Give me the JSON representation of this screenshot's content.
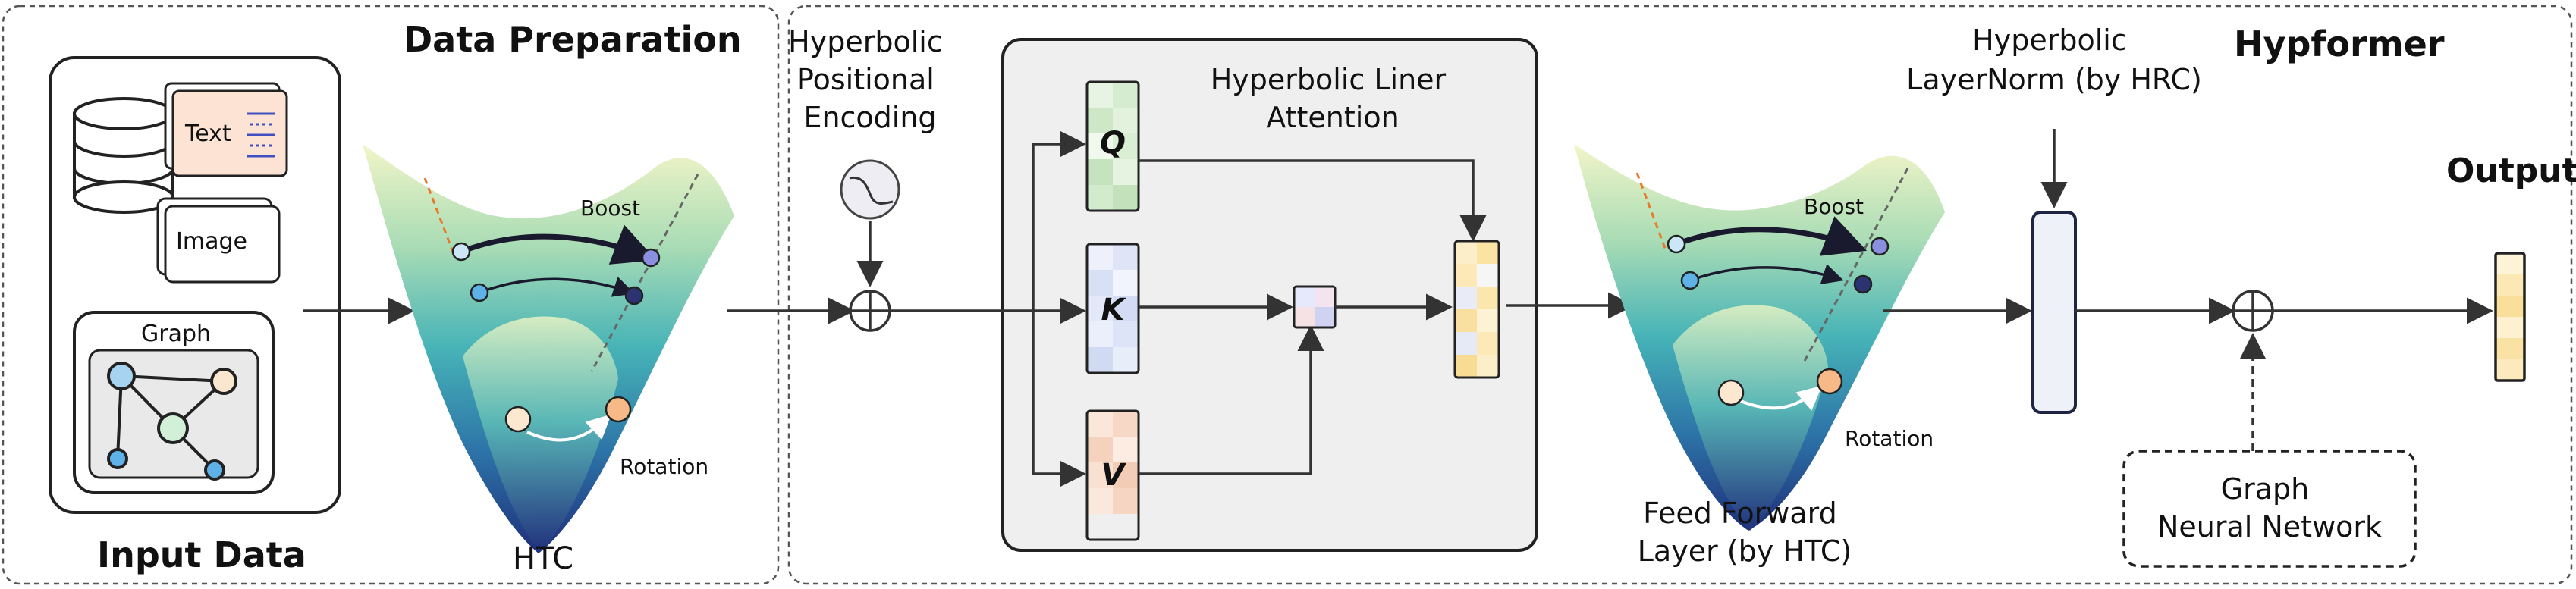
{
  "sections": {
    "data_preparation": "Data Preparation",
    "input_data": "Input Data",
    "hypformer": "Hypformer",
    "output": "Output"
  },
  "inputs": {
    "text": "Text",
    "image": "Image",
    "graph": "Graph"
  },
  "htc": {
    "label": "HTC",
    "boost": "Boost",
    "rotation": "Rotation"
  },
  "positional_encoding": {
    "line1": "Hyperbolic",
    "line2": "Positional",
    "line3": "Encoding"
  },
  "attention": {
    "title_line1": "Hyperbolic Liner",
    "title_line2": "Attention",
    "q": "Q",
    "k": "K",
    "v": "V"
  },
  "ffn": {
    "boost": "Boost",
    "rotation": "Rotation",
    "line1": "Feed Forward",
    "line2": "Layer (by HTC)"
  },
  "layernorm": {
    "line1": "Hyperbolic",
    "line2": "LayerNorm (by HRC)"
  },
  "gnn": {
    "line1": "Graph",
    "line2": "Neural Network"
  }
}
